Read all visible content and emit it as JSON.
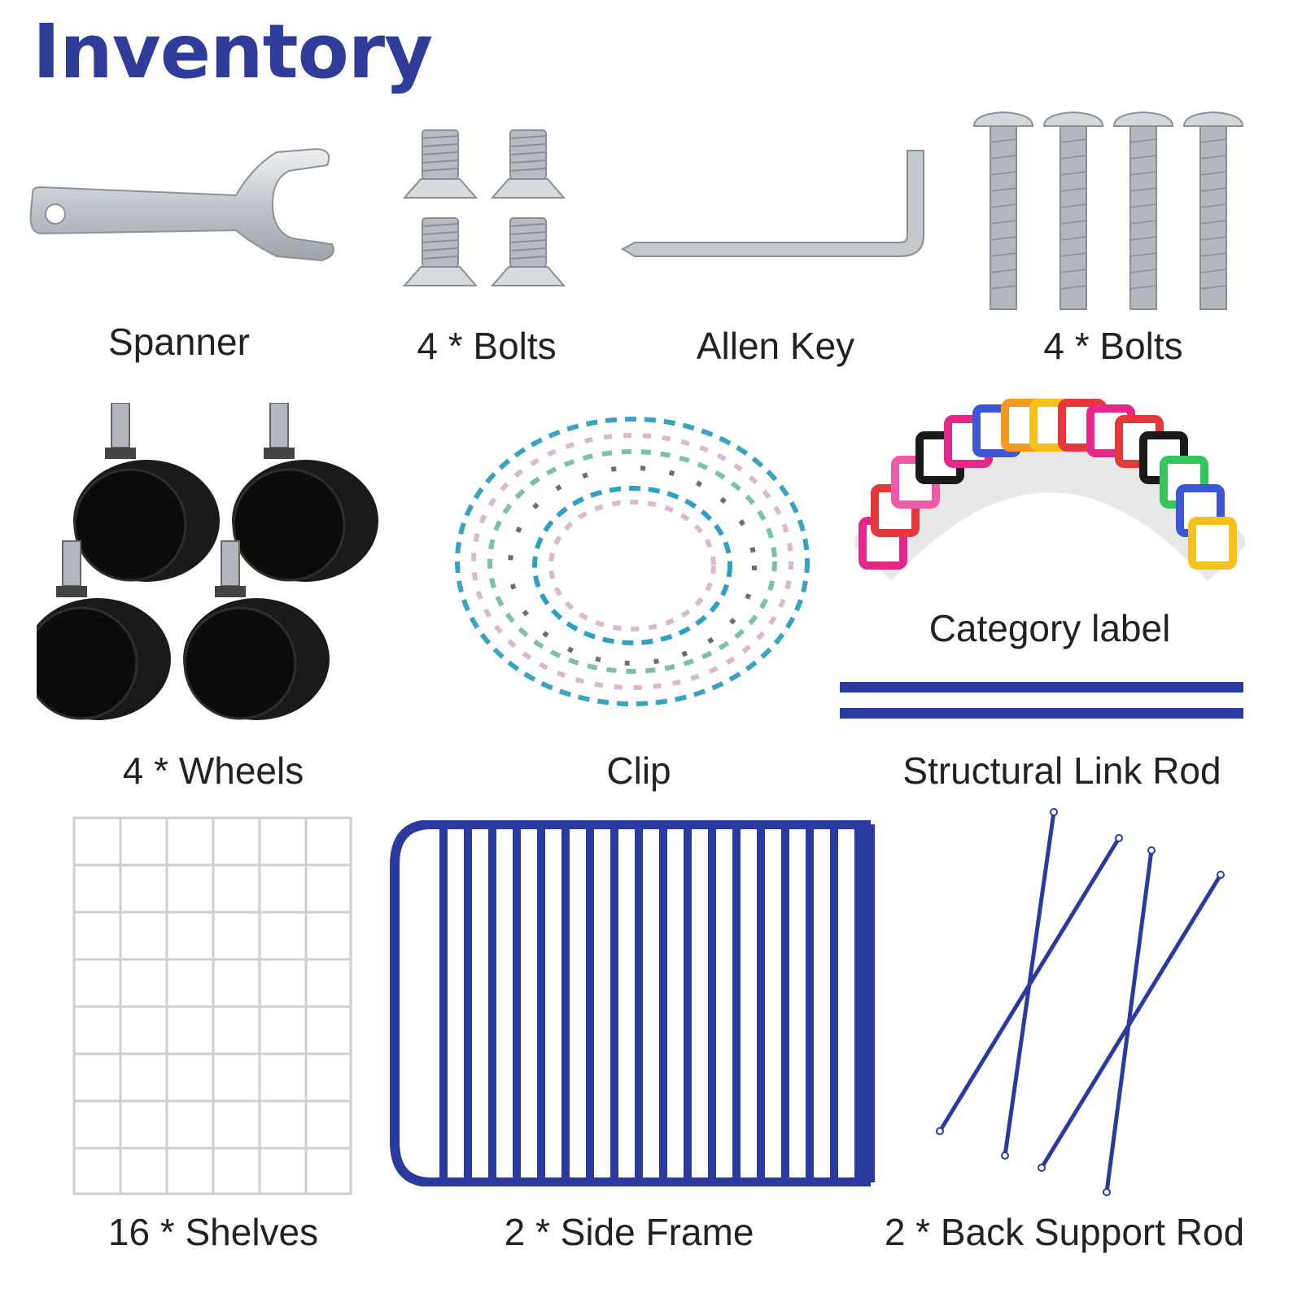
{
  "title": "Inventory",
  "colors": {
    "title": "#2f3c9a",
    "frame_blue": "#2b3a9e",
    "metal": "#c9ccd1",
    "wheel": "#121212"
  },
  "items": [
    {
      "label": "Spanner",
      "icon": "spanner"
    },
    {
      "label": "4 * Bolts",
      "icon": "countersunk-bolts"
    },
    {
      "label": "Allen Key",
      "icon": "allen-key"
    },
    {
      "label": "4 * Bolts",
      "icon": "long-bolts"
    },
    {
      "label": "4 * Wheels",
      "icon": "caster-wheels"
    },
    {
      "label": "Clip",
      "icon": "wire-clips"
    },
    {
      "label": "Category label",
      "icon": "key-tags"
    },
    {
      "label": "Structural Link Rod",
      "icon": "link-rods"
    },
    {
      "label": "16 * Shelves",
      "icon": "wire-grid-shelf"
    },
    {
      "label": "2 * Side Frame",
      "icon": "side-frame"
    },
    {
      "label": "2 * Back Support Rod",
      "icon": "cross-rods"
    }
  ]
}
